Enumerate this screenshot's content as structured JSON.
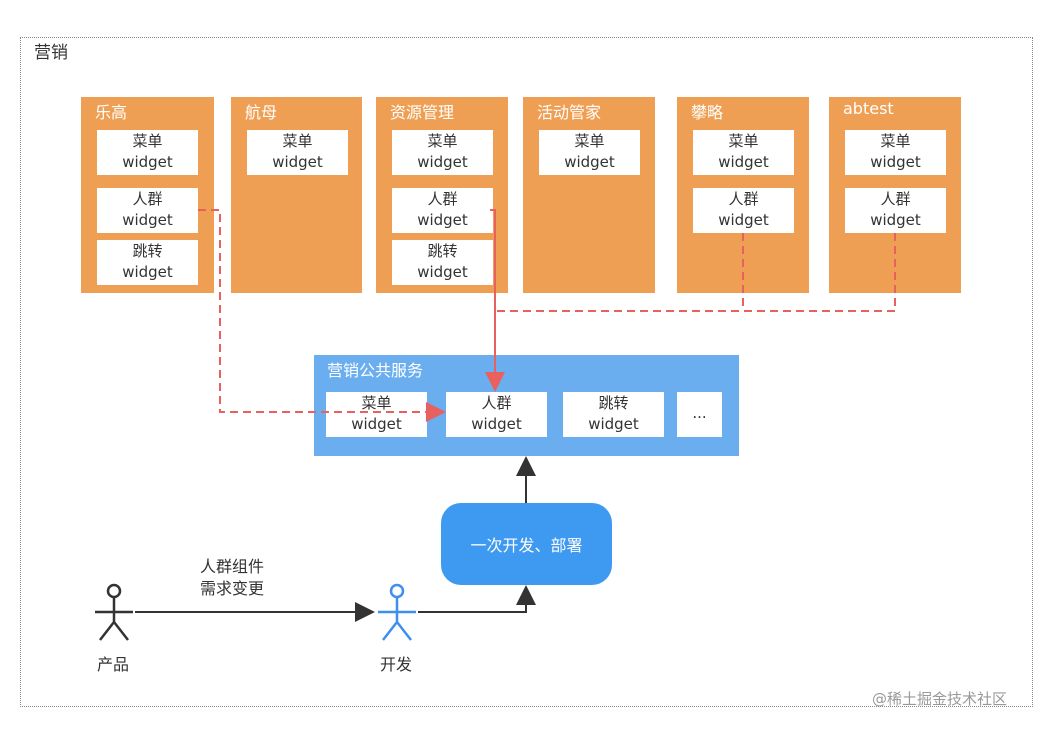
{
  "title": "营销",
  "apps": [
    {
      "name": "乐高",
      "widgets": [
        [
          "菜单",
          "widget"
        ],
        [
          "人群",
          "widget"
        ],
        [
          "跳转",
          "widget"
        ]
      ]
    },
    {
      "name": "航母",
      "widgets": [
        [
          "菜单",
          "widget"
        ]
      ]
    },
    {
      "name": "资源管理",
      "widgets": [
        [
          "菜单",
          "widget"
        ],
        [
          "人群",
          "widget"
        ],
        [
          "跳转",
          "widget"
        ]
      ]
    },
    {
      "name": "活动管家",
      "widgets": [
        [
          "菜单",
          "widget"
        ]
      ]
    },
    {
      "name": "攀略",
      "widgets": [
        [
          "菜单",
          "widget"
        ],
        [
          "人群",
          "widget"
        ]
      ]
    },
    {
      "name": "abtest",
      "widgets": [
        [
          "菜单",
          "widget"
        ],
        [
          "人群",
          "widget"
        ]
      ]
    }
  ],
  "service": {
    "name": "营销公共服务",
    "widgets": [
      [
        "菜单",
        "widget"
      ],
      [
        "人群",
        "widget"
      ],
      [
        "跳转",
        "widget"
      ]
    ],
    "more": "..."
  },
  "deploy": "一次开发、部署",
  "edge_label": [
    "人群组件",
    "需求变更"
  ],
  "actors": {
    "product": "产品",
    "dev": "开发"
  },
  "watermark": "@稀土掘金技术社区",
  "colors": {
    "orange": "#EF9F53",
    "blue": "#6AAEF0",
    "deploy": "#3E9AF0",
    "red": "#E8615F"
  }
}
